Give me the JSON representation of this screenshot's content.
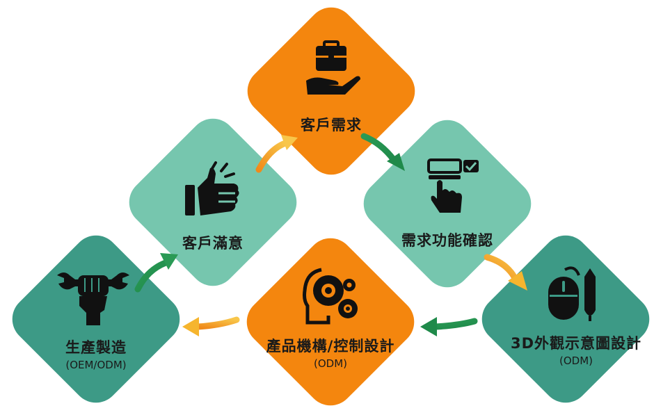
{
  "colors": {
    "orange": "#F4860E",
    "mint": "#76C6AE",
    "teal": "#3D9A86",
    "icon": "#111111",
    "arrow_green": "#2E9E57",
    "arrow_yellow": "#F6B52E"
  },
  "nodes": [
    {
      "id": "customer-demand",
      "label": "客戶需求",
      "sub": "",
      "icon": "briefcase-hand-icon",
      "color": "orange"
    },
    {
      "id": "requirement-confirm",
      "label": "需求功能確認",
      "sub": "",
      "icon": "touch-checklist-icon",
      "color": "mint"
    },
    {
      "id": "appearance-design",
      "label": "3D外觀示意圖設計",
      "sub": "(ODM)",
      "icon": "mouse-pen-icon",
      "color": "teal"
    },
    {
      "id": "mechanism-design",
      "label": "產品機構/控制設計",
      "sub": "(ODM)",
      "icon": "head-gears-icon",
      "color": "orange"
    },
    {
      "id": "manufacturing",
      "label": "生產製造",
      "sub": "(OEM/ODM)",
      "icon": "fist-wrench-icon",
      "color": "teal"
    },
    {
      "id": "customer-satisfaction",
      "label": "客戶滿意",
      "sub": "",
      "icon": "thumbs-up-icon",
      "color": "mint"
    }
  ]
}
